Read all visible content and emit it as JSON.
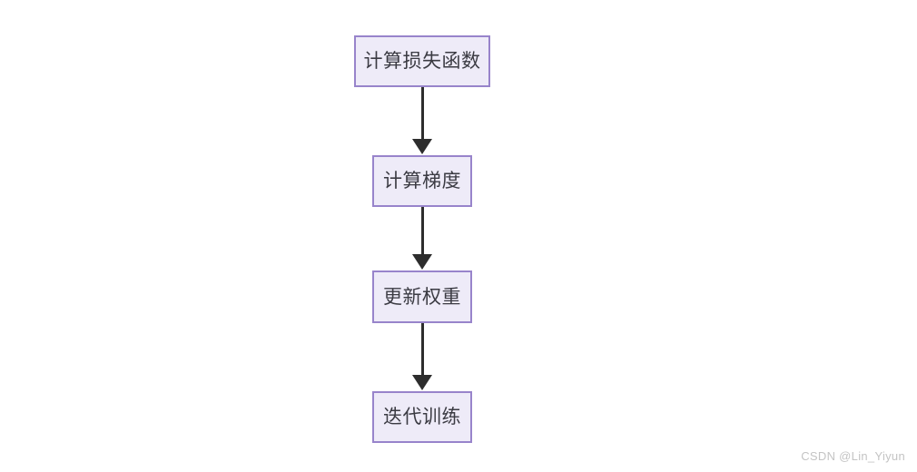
{
  "diagram": {
    "title": "training-loop-flowchart",
    "nodes": [
      {
        "id": "compute-loss",
        "label": "计算损失函数"
      },
      {
        "id": "compute-gradient",
        "label": "计算梯度"
      },
      {
        "id": "update-weights",
        "label": "更新权重"
      },
      {
        "id": "iterate-training",
        "label": "迭代训练"
      }
    ],
    "edges": [
      {
        "from": "compute-loss",
        "to": "compute-gradient",
        "direction": "down"
      },
      {
        "from": "compute-gradient",
        "to": "update-weights",
        "direction": "down"
      },
      {
        "from": "update-weights",
        "to": "iterate-training",
        "direction": "down"
      }
    ],
    "colors": {
      "node_border": "#9884cb",
      "node_fill": "#eeebf8",
      "node_text": "#3b3b43",
      "arrow": "#2d2d2d"
    }
  },
  "watermark": {
    "text": "CSDN @Lin_Yiyun",
    "color": "#c4c4c4"
  }
}
